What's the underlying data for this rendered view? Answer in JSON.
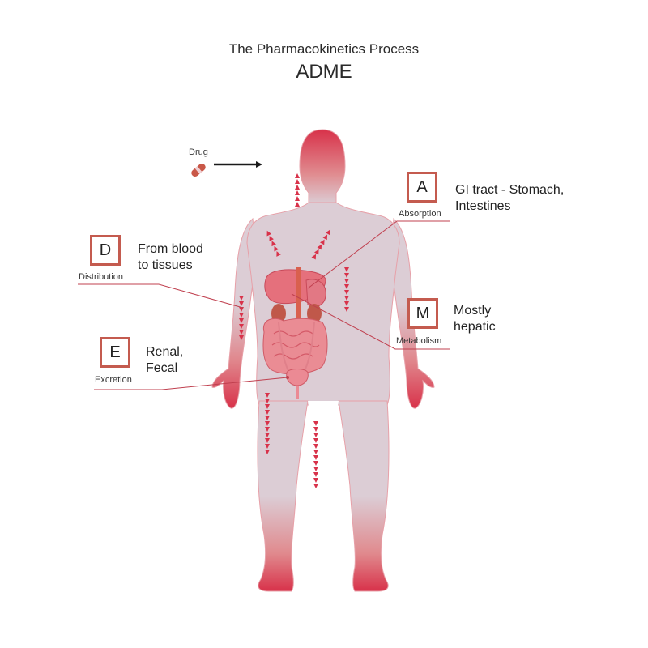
{
  "header": {
    "title": "The Pharmacokinetics Process",
    "subtitle": "ADME"
  },
  "drug": {
    "label": "Drug",
    "icon": "pill-icon",
    "arrow": "arrow-right-icon"
  },
  "stages": {
    "absorption": {
      "letter": "A",
      "label": "Absorption",
      "desc_line1": "GI tract  - Stomach,",
      "desc_line2": "Intestines"
    },
    "distribution": {
      "letter": "D",
      "label": "Distribution",
      "desc_line1": "From blood",
      "desc_line2": "to tissues"
    },
    "metabolism": {
      "letter": "M",
      "label": "Metabolism",
      "desc_line1": "Mostly",
      "desc_line2": "hepatic"
    },
    "excretion": {
      "letter": "E",
      "label": "Excretion",
      "desc_line1": "Renal,",
      "desc_line2": "Fecal"
    }
  },
  "colors": {
    "box_border": "#c45b4f",
    "leader_line": "#c0404f",
    "body_base": "#dccdd5",
    "body_accent": "#d8324a",
    "organ": "#e8707c",
    "kidney": "#c0584a"
  }
}
